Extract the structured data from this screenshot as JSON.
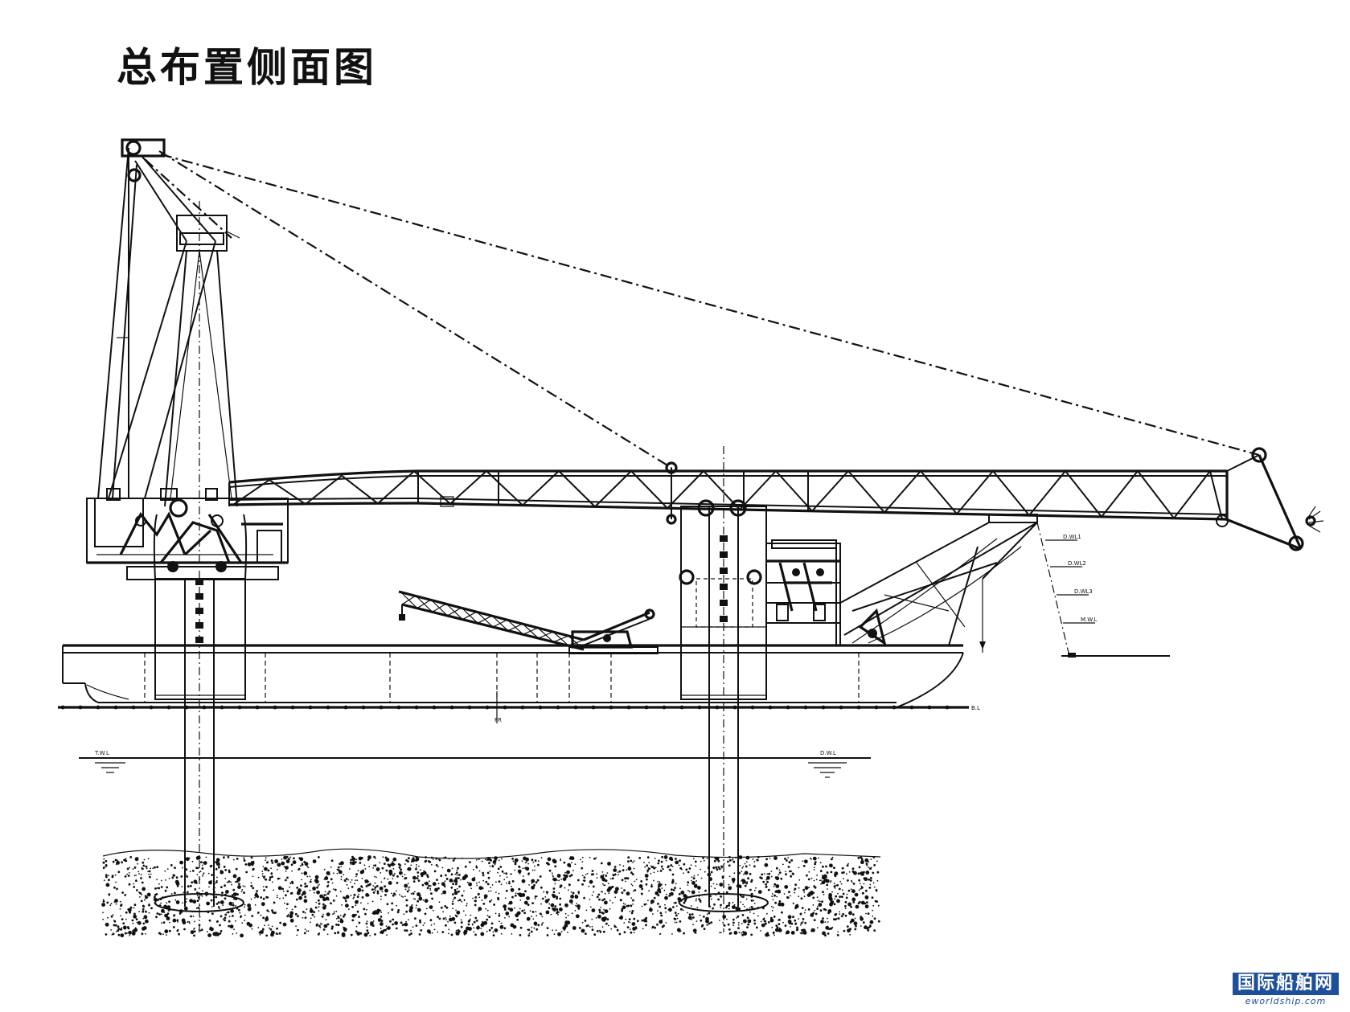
{
  "title": "总布置侧面图",
  "labels": {
    "baseline": "B.L",
    "waterline_left": "T.W.L",
    "waterline_right": "D.W.L",
    "frame_mark": "FR",
    "depth_marks": [
      "D.WL1",
      "D.WL2",
      "D.WL3",
      "M.W.L"
    ]
  },
  "watermark": {
    "chinese": "国际船舶网",
    "english": "eworldship.com"
  }
}
